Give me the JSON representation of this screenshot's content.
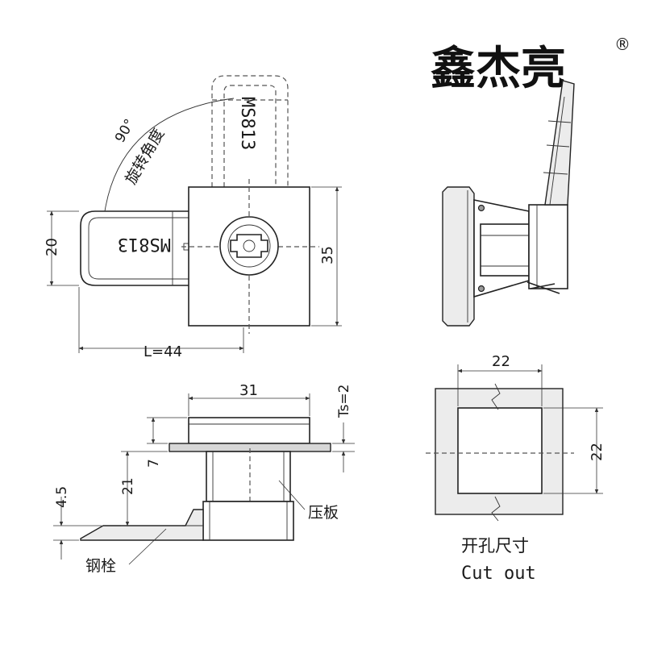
{
  "brand": {
    "name": "鑫杰亮",
    "mark": "®"
  },
  "front_view": {
    "angle_value": "90°",
    "angle_label": "旋转角度",
    "cam_text": "MS813",
    "dim_height_cam": "20",
    "dim_height_body": "35",
    "dim_length": "L=44"
  },
  "bottom_view": {
    "dim_width": "31",
    "dim_thickness": "Ts=2",
    "dim_7": "7",
    "dim_21": "21",
    "dim_4_5": "4.5",
    "label_plate": "压板",
    "label_bolt": "钢栓"
  },
  "cutout": {
    "dim_width": "22",
    "dim_height": "22",
    "title_cn": "开孔尺寸",
    "title_en": "Cut out"
  }
}
